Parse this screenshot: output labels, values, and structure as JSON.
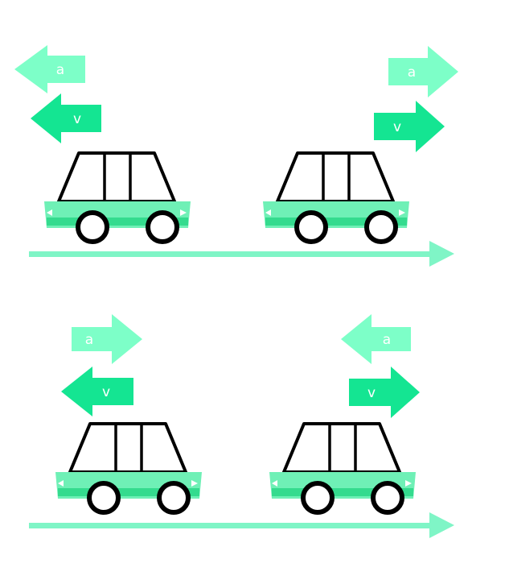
{
  "colors": {
    "background": "#ffffff",
    "acceleration_arrow": "#7dffc8",
    "velocity_arrow": "#14e592",
    "car_body": "#6ff0b6",
    "car_body_stripe": "#34db8e",
    "car_outline": "#000000",
    "wheel": "#ffffff",
    "axis_arrow": "#7ff5c6"
  },
  "icons": {
    "car": "car-icon",
    "arrow": "arrow-icon"
  },
  "labels": {
    "acceleration": "a",
    "velocity": "v"
  },
  "panels": [
    {
      "id": "top-left",
      "acceleration_direction": "left",
      "velocity_direction": "left"
    },
    {
      "id": "top-right",
      "acceleration_direction": "right",
      "velocity_direction": "right"
    },
    {
      "id": "bottom-left",
      "acceleration_direction": "right",
      "velocity_direction": "left"
    },
    {
      "id": "bottom-right",
      "acceleration_direction": "left",
      "velocity_direction": "right"
    }
  ],
  "position_axes": [
    {
      "id": "top-axis",
      "direction": "right"
    },
    {
      "id": "bottom-axis",
      "direction": "right"
    }
  ]
}
